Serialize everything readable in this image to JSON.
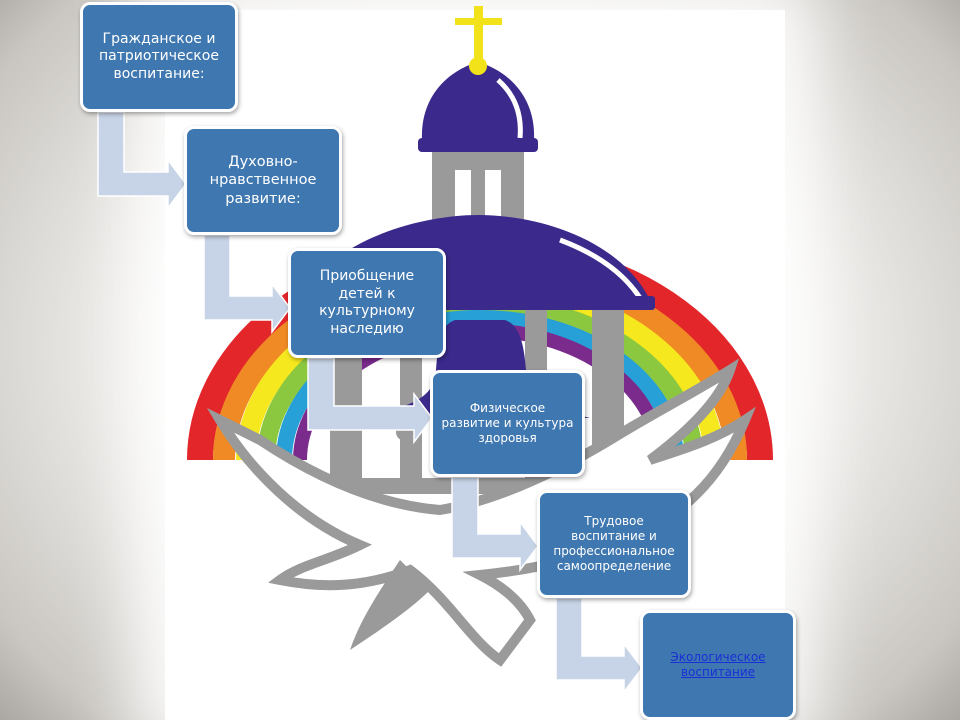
{
  "diagram": {
    "steps": [
      {
        "id": "civic-patriotic",
        "label": "Гражданское и патриотическое воспитание:"
      },
      {
        "id": "spiritual-moral",
        "label": "Духовно-нравственное развитие:"
      },
      {
        "id": "cultural-heritage",
        "label": "Приобщение детей к культурному наследию"
      },
      {
        "id": "physical-health",
        "label": "Физическое развитие и культура здоровья"
      },
      {
        "id": "labor-professional",
        "label": "Трудовое воспитание и профессиональное самоопределение"
      },
      {
        "id": "ecological",
        "label": "Экологическое воспитание",
        "is_link": true
      }
    ]
  },
  "colors": {
    "box_fill": "#3f77b0",
    "box_border": "#ffffff",
    "connector": "#c7d3e6",
    "dome": "#3b2a8c",
    "cross": "#f2e21a",
    "link_text": "#1a2fd6"
  },
  "icons": {
    "emblem": "church-dome-with-rainbow-and-dove-icon"
  }
}
